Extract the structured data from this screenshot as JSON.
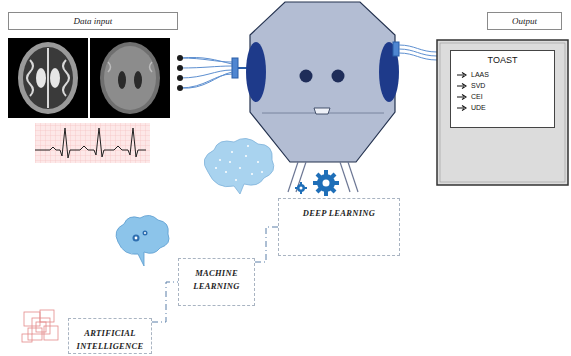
{
  "diagram": {
    "nodes": [
      {
        "text": [
          "Data input"
        ]
      },
      {
        "text": [
          "Output"
        ]
      },
      {
        "text": [
          "TOAST",
          "LAAS",
          "SVD",
          "CEI",
          "UDE"
        ]
      },
      {
        "text": [
          "DEEP LEARNING"
        ]
      },
      {
        "text": [
          "MACHINE LEARNING"
        ]
      },
      {
        "text": [
          "ARTIFICIAL INTELLIGENCE"
        ]
      }
    ],
    "edges": [
      {
        "from": 5,
        "to": 4,
        "arrow": "none"
      },
      {
        "from": 4,
        "to": 3,
        "arrow": "none"
      }
    ]
  }
}
